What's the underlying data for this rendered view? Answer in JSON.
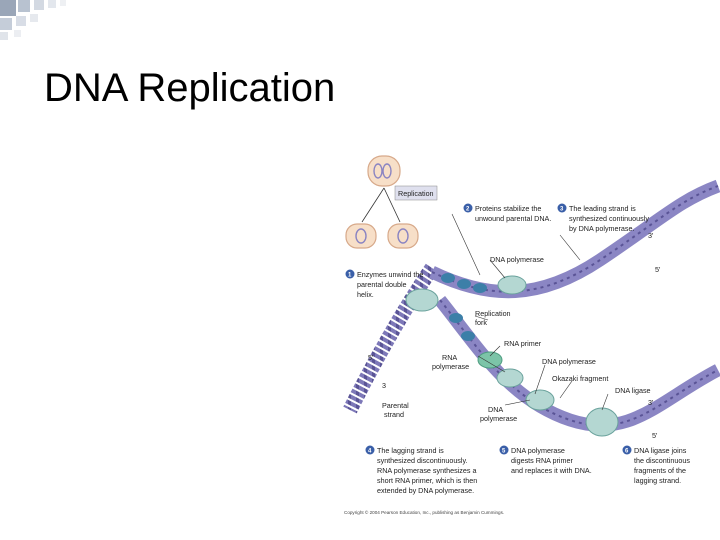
{
  "slide": {
    "title": "DNA Replication",
    "accent_color": "#9aa6b8"
  },
  "figure": {
    "inset_label": "Replication",
    "labels": {
      "dna_polymerase_top": "DNA polymerase",
      "replication_fork_1": "Replication",
      "replication_fork_2": "fork",
      "rna_primer": "RNA primer",
      "rna_polymerase_1": "RNA",
      "rna_polymerase_2": "polymerase",
      "dna_polymerase_mid": "DNA polymerase",
      "okazaki": "Okazaki fragment",
      "dna_ligase": "DNA ligase",
      "dna_polymerase_low_1": "DNA",
      "dna_polymerase_low_2": "polymerase",
      "parental_1": "Parental",
      "parental_2": "strand",
      "five_prime_left": "5'",
      "three_prime_left": "3",
      "three_prime_top": "3'",
      "five_prime_top": "5'",
      "three_prime_low": "3'",
      "five_prime_low": "5'"
    },
    "steps": [
      {
        "num": "1",
        "lines": [
          "Enzymes unwind the",
          "parental double",
          "helix."
        ]
      },
      {
        "num": "2",
        "lines": [
          "Proteins stabilize the",
          "unwound parental DNA."
        ]
      },
      {
        "num": "3",
        "lines": [
          "The leading strand is",
          "synthesized continuously",
          "by DNA polymerase."
        ]
      },
      {
        "num": "4",
        "lines": [
          "The lagging strand is",
          "synthesized discontinuously.",
          "RNA polymerase synthesizes a",
          "short RNA primer, which is then",
          "extended by DNA polymerase."
        ]
      },
      {
        "num": "5",
        "lines": [
          "DNA polymerase",
          "digests RNA primer",
          "and replaces it with DNA."
        ]
      },
      {
        "num": "6",
        "lines": [
          "DNA ligase joins",
          "the discontinuous",
          "fragments of the",
          "lagging strand."
        ]
      }
    ],
    "copyright": "Copyright © 2004 Pearson Education, Inc., publishing as Benjamin Cummings."
  }
}
